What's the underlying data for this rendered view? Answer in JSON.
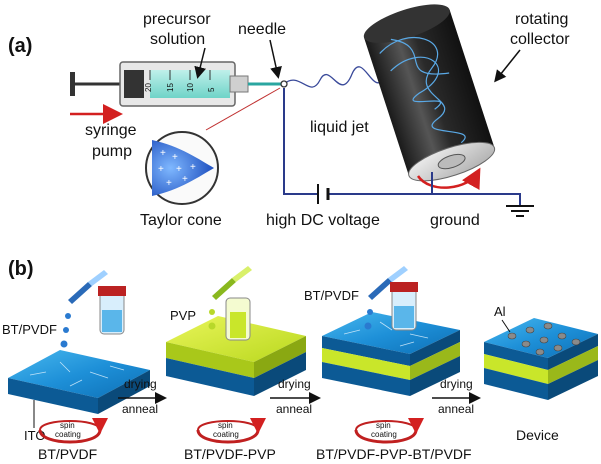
{
  "panel_a": {
    "label": "(a)",
    "precursor_line1": "precursor",
    "precursor_line2": "solution",
    "needle": "needle",
    "rotating": "rotating",
    "collector": "collector",
    "syringe_line1": "syringe",
    "syringe_line2": "pump",
    "liquid_jet": "liquid jet",
    "taylor_cone": "Taylor cone",
    "high_dc": "high DC voltage",
    "ground": "ground",
    "scale_labels": [
      "20",
      "15",
      "10",
      "5"
    ]
  },
  "panel_b": {
    "label": "(b)",
    "bt_pvdf_label": "BT/PVDF",
    "pvp_label": "PVP",
    "bt_pvdf_label2": "BT/PVDF",
    "al_label": "Al",
    "ito_label": "ITO",
    "arrows": [
      {
        "top": "drying",
        "bottom": "anneal"
      },
      {
        "top": "drying",
        "bottom": "anneal"
      },
      {
        "top": "drying",
        "bottom": "anneal"
      }
    ],
    "spin_word": "spin",
    "coating_word": "coating",
    "captions": [
      "BT/PVDF",
      "BT/PVDF-PVP",
      "BT/PVDF-PVP-BT/PVDF",
      "Device"
    ]
  },
  "colors": {
    "blue_layer": "#1f8fd6",
    "yellow_layer": "#c9e62a",
    "wire": "#2a3a8a",
    "red_arrow": "#d32020"
  }
}
